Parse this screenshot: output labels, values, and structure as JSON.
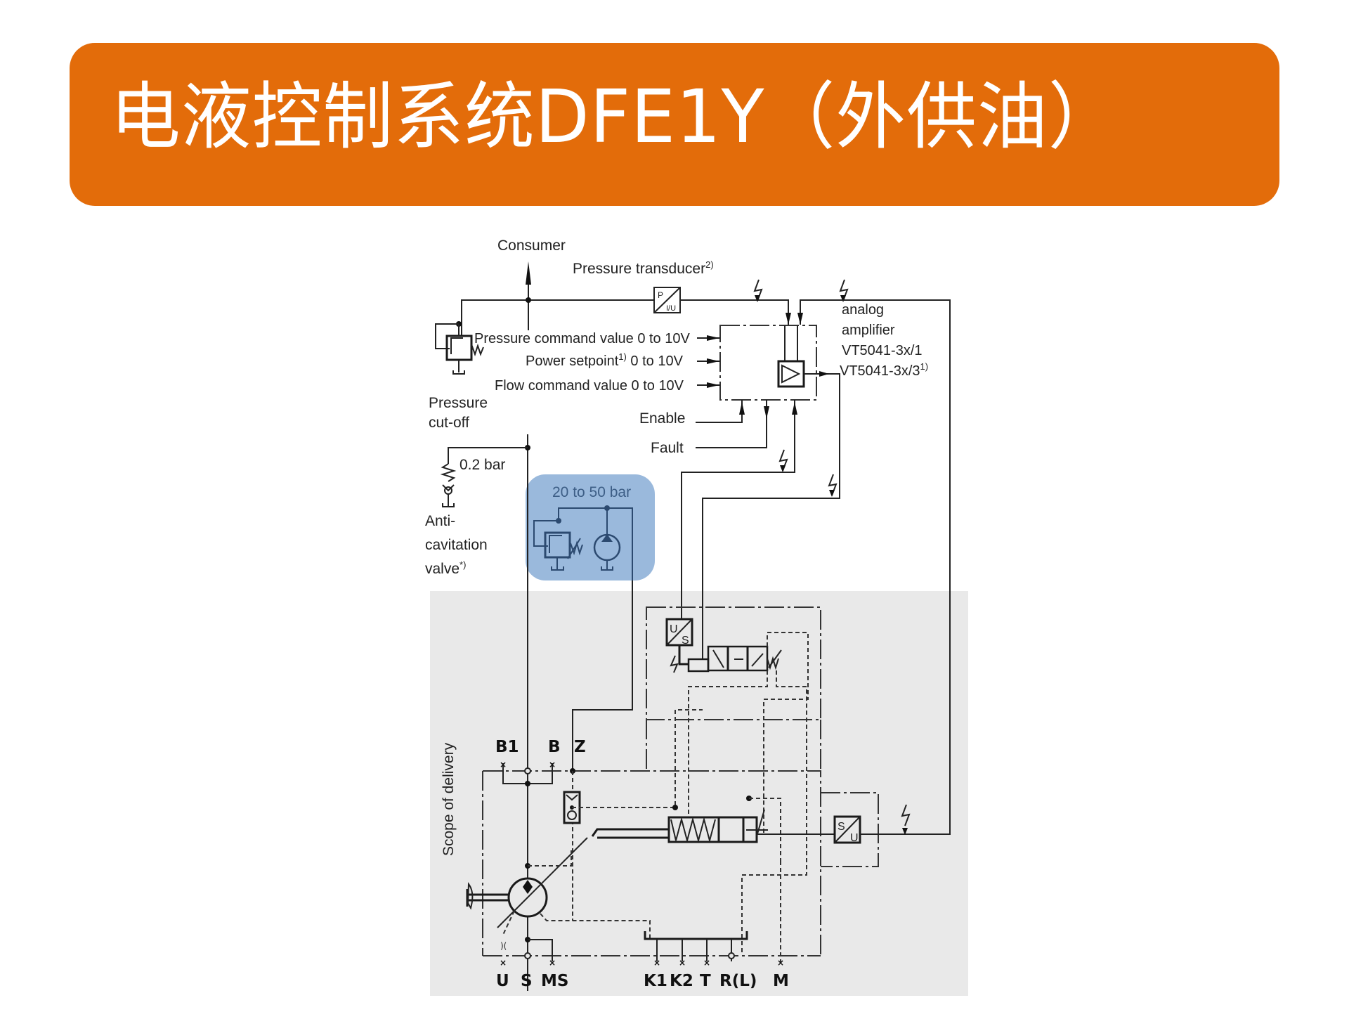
{
  "slide": {
    "title": "电液控制系统DFE1Y（外供油）",
    "accent_color": "#e36c0a",
    "highlight_color": "#8fb1d8",
    "scope_background": "#e9e9e9"
  },
  "diagram": {
    "labels": {
      "consumer": "Consumer",
      "pressure_transducer": "Pressure transducer",
      "pressure_transducer_note": "2)",
      "transducer_symbol_top": "P",
      "transducer_symbol_bottom": "I/U",
      "amplifier_line1": "analog",
      "amplifier_line2": "amplifier",
      "amplifier_line3": "VT5041-3x/1",
      "amplifier_line4": "VT5041-3x/3",
      "amplifier_note": "1)",
      "pressure_command": "Pressure command value 0 to 10V",
      "power_setpoint": "Power setpoint",
      "power_setpoint_note": "1)",
      "power_setpoint_range": " 0 to 10V",
      "flow_command": "Flow command value 0 to 10V",
      "pressure_cutoff_line1": "Pressure",
      "pressure_cutoff_line2": "cut-off",
      "enable": "Enable",
      "fault": "Fault",
      "check_valve_pressure": "0.2 bar",
      "anti_cav_line1": "Anti-",
      "anti_cav_line2": "cavitation",
      "anti_cav_line3": "valve",
      "anti_cav_note": "*)",
      "external_supply_pressure": "20 to 50 bar",
      "scope_of_delivery": "Scope of delivery",
      "valve_sensor_top": "U",
      "valve_sensor_bottom": "S",
      "swash_sensor_top": "S",
      "swash_sensor_bottom": "U"
    },
    "ports_top": [
      "B1",
      "B",
      "Z"
    ],
    "ports_bottom": [
      "U",
      "S",
      "MS",
      "K1",
      "K2",
      "T",
      "R(L)",
      "M"
    ]
  }
}
